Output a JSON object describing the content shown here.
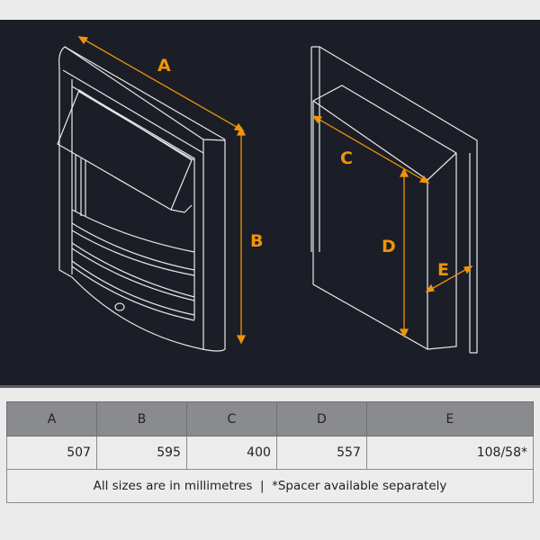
{
  "diagram": {
    "labels": [
      "A",
      "B",
      "C",
      "D",
      "E"
    ],
    "accent_color": "#f0940a"
  },
  "table": {
    "headers": [
      "A",
      "B",
      "C",
      "D",
      "E"
    ],
    "values": [
      "507",
      "595",
      "400",
      "557",
      "108/58*"
    ],
    "note": "All sizes are in millimetres  |  *Spacer available separately"
  }
}
